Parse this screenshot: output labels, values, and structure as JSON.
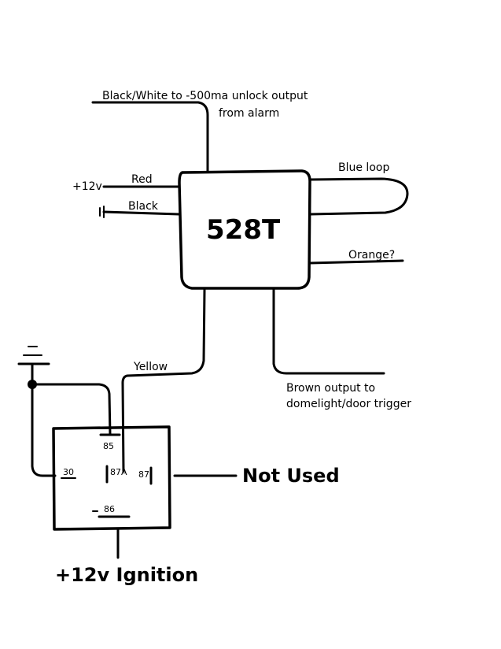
{
  "module": {
    "label": "528T"
  },
  "wires": {
    "black_white": {
      "line1": "Black/White  to  -500ma  unlock output",
      "line2": "from  alarm"
    },
    "plus12v": "+12v",
    "red": "Red",
    "black": "Black",
    "blue_loop": "Blue loop",
    "orange": "Orange?",
    "yellow": "Yellow",
    "brown": {
      "line1": "Brown  output  to",
      "line2": "domelight/door trigger"
    }
  },
  "relay": {
    "pins": {
      "p85": "85",
      "p30": "30",
      "p87a": "87A",
      "p87": "87",
      "p86": "86"
    },
    "not_used": "Not Used",
    "ignition": "+12v Ignition"
  }
}
